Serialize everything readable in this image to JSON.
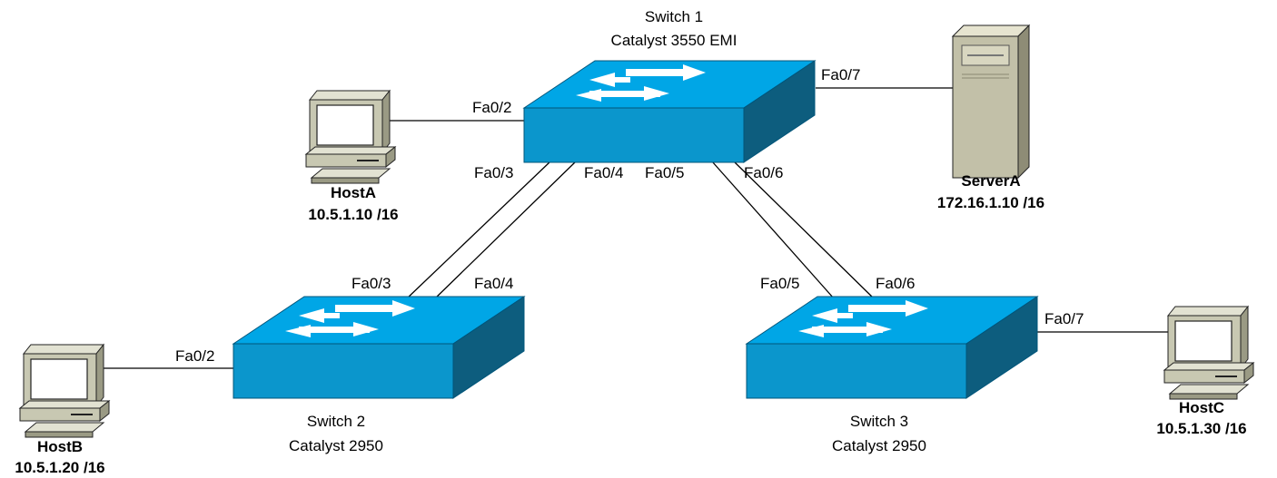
{
  "switches": [
    {
      "id": "sw1",
      "name": "Switch 1",
      "model": "Catalyst 3550 EMI"
    },
    {
      "id": "sw2",
      "name": "Switch 2",
      "model": "Catalyst 2950"
    },
    {
      "id": "sw3",
      "name": "Switch 3",
      "model": "Catalyst 2950"
    }
  ],
  "devices": {
    "hostA": {
      "name": "HostA",
      "ip": "10.5.1.10 /16"
    },
    "hostB": {
      "name": "HostB",
      "ip": "10.5.1.20 /16"
    },
    "hostC": {
      "name": "HostC",
      "ip": "10.5.1.30 /16"
    },
    "serverA": {
      "name": "ServerA",
      "ip": "172.16.1.10 /16"
    }
  },
  "ports": {
    "sw1_hostA": "Fa0/2",
    "sw1_serverA": "Fa0/7",
    "sw1_p3": "Fa0/3",
    "sw1_p4": "Fa0/4",
    "sw1_p5": "Fa0/5",
    "sw1_p6": "Fa0/6",
    "sw2_p3": "Fa0/3",
    "sw2_p4": "Fa0/4",
    "sw2_hostB": "Fa0/2",
    "sw3_p5": "Fa0/5",
    "sw3_p6": "Fa0/6",
    "sw3_hostC": "Fa0/7"
  },
  "colors": {
    "switch_top": "#00a6e6",
    "switch_front": "#0b96cc",
    "switch_side": "#0d5d7e",
    "arrow": "#ffffff",
    "pc_body": "#c8c8b2",
    "pc_dark": "#9a9a84",
    "screen": "#ffffff",
    "server_body": "#c2c0a8"
  }
}
